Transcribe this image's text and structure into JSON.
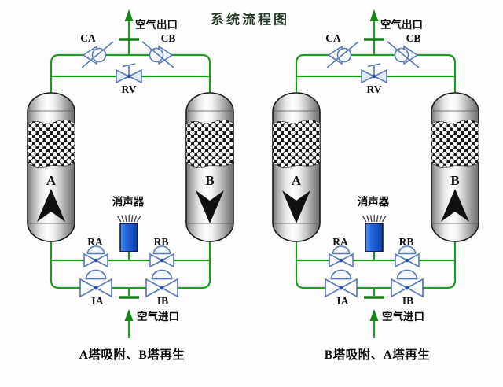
{
  "title": "系统流程图",
  "colors": {
    "pipe": "#1e9a1e",
    "valve_outline": "#5b7ab8",
    "muffler_fill": "#1a5fd4",
    "tower_arrow": "#111111"
  },
  "systems": [
    {
      "caption": "A塔吸附、B塔再生",
      "air_outlet": "空气出口",
      "air_inlet": "空气进口",
      "muffler": "消声器",
      "towers": [
        {
          "label": "A",
          "flow": "up"
        },
        {
          "label": "B",
          "flow": "down"
        }
      ],
      "valves": {
        "ca": "CA",
        "cb": "CB",
        "rv": "RV",
        "ra": "RA",
        "rb": "RB",
        "ia": "IA",
        "ib": "IB"
      }
    },
    {
      "caption": "B塔吸附、A塔再生",
      "air_outlet": "空气出口",
      "air_inlet": "空气进口",
      "muffler": "消声器",
      "towers": [
        {
          "label": "A",
          "flow": "down"
        },
        {
          "label": "B",
          "flow": "up"
        }
      ],
      "valves": {
        "ca": "CA",
        "cb": "CB",
        "rv": "RV",
        "ra": "RA",
        "rb": "RB",
        "ia": "IA",
        "ib": "IB"
      }
    }
  ]
}
